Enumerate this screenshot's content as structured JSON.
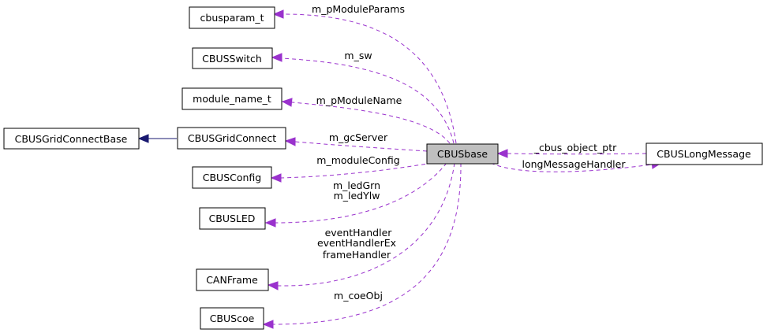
{
  "diagram": {
    "nodes": {
      "cbusparam": "cbusparam_t",
      "cbusswitch": "CBUSSwitch",
      "module_name": "module_name_t",
      "gridbase": "CBUSGridConnectBase",
      "gridconnect": "CBUSGridConnect",
      "cbusconfig": "CBUSConfig",
      "cbusled": "CBUSLED",
      "canframe": "CANFrame",
      "cbuscoe": "CBUScoe",
      "cbusbase": "CBUSbase",
      "longmessage": "CBUSLongMessage"
    },
    "edge_labels": {
      "m_pModuleParams": "m_pModuleParams",
      "m_sw": "m_sw",
      "m_pModuleName": "m_pModuleName",
      "m_gcServer": "m_gcServer",
      "m_moduleConfig": "m_moduleConfig",
      "m_ledGrn": "m_ledGrn",
      "m_ledYlw": "m_ledYlw",
      "eventHandler": "eventHandler",
      "eventHandlerEx": "eventHandlerEx",
      "frameHandler": "frameHandler",
      "m_coeObj": "m_coeObj",
      "cbus_object_ptr": "_cbus_object_ptr",
      "longMessageHandler": "longMessageHandler"
    },
    "colors": {
      "usage_edge": "#9a32cd",
      "inheritance_edge": "#191970",
      "focus_fill": "#bfbfbf"
    }
  }
}
